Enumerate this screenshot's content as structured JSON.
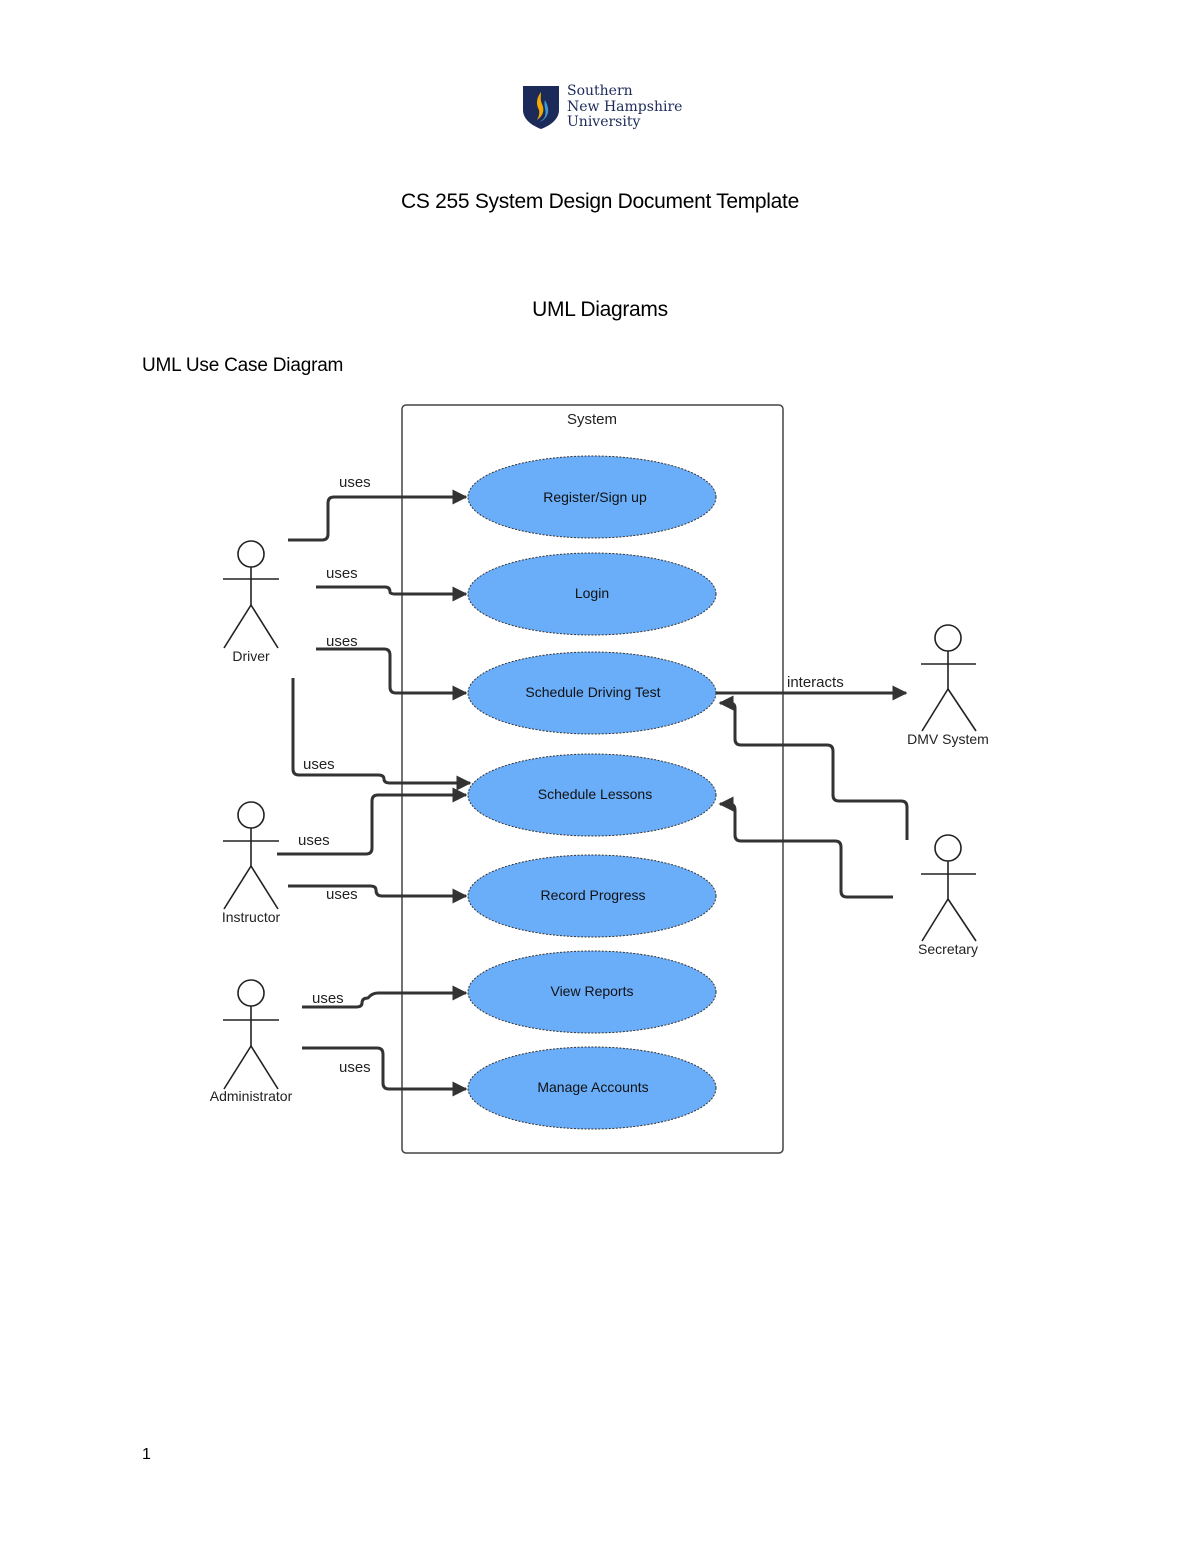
{
  "logo": {
    "lines": [
      "Southern",
      "New Hampshire",
      "University"
    ],
    "shield_color": "#1b2a59",
    "flame_colors": [
      "#f2a900",
      "#3a9ad9"
    ]
  },
  "document": {
    "title": "CS 255 System Design Document Template",
    "section_title": "UML Diagrams",
    "subsection_title": "UML Use Case Diagram",
    "page_number": "1"
  },
  "diagram": {
    "boundary_label": "System",
    "use_case_fill": "#6aaefa",
    "use_cases": [
      {
        "id": "register",
        "label": "Register/Sign up"
      },
      {
        "id": "login",
        "label": "Login"
      },
      {
        "id": "schedule-test",
        "label": "Schedule Driving Test"
      },
      {
        "id": "schedule-lessons",
        "label": "Schedule Lessons"
      },
      {
        "id": "record-progress",
        "label": "Record Progress"
      },
      {
        "id": "view-reports",
        "label": "View Reports"
      },
      {
        "id": "manage-accounts",
        "label": "Manage Accounts"
      }
    ],
    "actors": [
      {
        "id": "driver",
        "label": "Driver"
      },
      {
        "id": "instructor",
        "label": "Instructor"
      },
      {
        "id": "administrator",
        "label": "Administrator"
      },
      {
        "id": "dmv-system",
        "label": "DMV System"
      },
      {
        "id": "secretary",
        "label": "Secretary"
      }
    ],
    "relations": [
      {
        "from": "driver",
        "to": "register",
        "label": "uses"
      },
      {
        "from": "driver",
        "to": "login",
        "label": "uses"
      },
      {
        "from": "driver",
        "to": "schedule-test",
        "label": "uses"
      },
      {
        "from": "driver",
        "to": "schedule-lessons",
        "label": "uses"
      },
      {
        "from": "instructor",
        "to": "schedule-lessons",
        "label": "uses"
      },
      {
        "from": "instructor",
        "to": "record-progress",
        "label": "uses"
      },
      {
        "from": "administrator",
        "to": "view-reports",
        "label": "uses"
      },
      {
        "from": "administrator",
        "to": "manage-accounts",
        "label": "uses"
      },
      {
        "from": "schedule-test",
        "to": "dmv-system",
        "label": "interacts"
      },
      {
        "from": "secretary",
        "to": "schedule-test",
        "label": ""
      },
      {
        "from": "secretary",
        "to": "schedule-lessons",
        "label": ""
      }
    ]
  }
}
